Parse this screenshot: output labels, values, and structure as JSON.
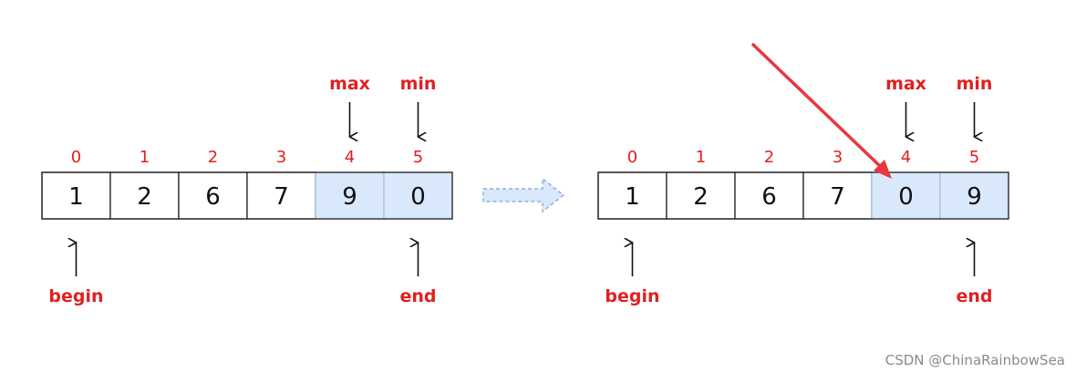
{
  "colors": {
    "index_text": "#e02020",
    "pointer_text": "#e02020",
    "highlight_fill": "#dae8fc",
    "highlight_stroke": "#a9c1e0",
    "cell_stroke": "#222222",
    "transition_arrow_fill": "#dae8fc",
    "transition_arrow_stroke": "#8fb0d9",
    "red_arrow": "#e8383d"
  },
  "icons": {
    "transition": "right-arrow-icon",
    "swap_indicator": "red-diagonal-arrow-icon"
  },
  "before": {
    "indices": [
      "0",
      "1",
      "2",
      "3",
      "4",
      "5"
    ],
    "cells": [
      {
        "value": "1",
        "highlighted": false
      },
      {
        "value": "2",
        "highlighted": false
      },
      {
        "value": "6",
        "highlighted": false
      },
      {
        "value": "7",
        "highlighted": false
      },
      {
        "value": "9",
        "highlighted": true
      },
      {
        "value": "0",
        "highlighted": true
      }
    ],
    "top_pointers": [
      {
        "label": "max",
        "index": 4
      },
      {
        "label": "min",
        "index": 5
      }
    ],
    "bottom_pointers": [
      {
        "label": "begin",
        "index": 0
      },
      {
        "label": "end",
        "index": 5
      }
    ]
  },
  "after": {
    "indices": [
      "0",
      "1",
      "2",
      "3",
      "4",
      "5"
    ],
    "cells": [
      {
        "value": "1",
        "highlighted": false
      },
      {
        "value": "2",
        "highlighted": false
      },
      {
        "value": "6",
        "highlighted": false
      },
      {
        "value": "7",
        "highlighted": false
      },
      {
        "value": "0",
        "highlighted": true
      },
      {
        "value": "9",
        "highlighted": true
      }
    ],
    "top_pointers": [
      {
        "label": "max",
        "index": 4
      },
      {
        "label": "min",
        "index": 5
      }
    ],
    "bottom_pointers": [
      {
        "label": "begin",
        "index": 0
      },
      {
        "label": "end",
        "index": 5
      }
    ]
  },
  "watermark": "CSDN @ChinaRainbowSea"
}
